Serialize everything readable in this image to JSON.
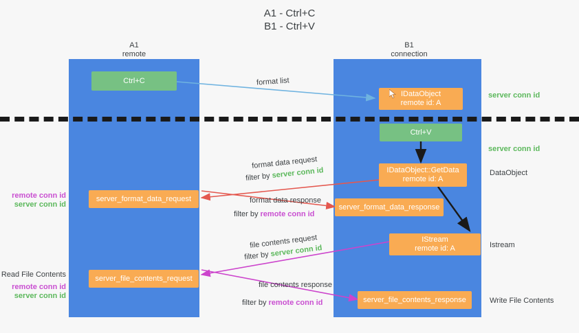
{
  "title": {
    "line1": "A1 - Ctrl+C",
    "line2": "B1 - Ctrl+V"
  },
  "lanes": [
    {
      "name": "A1",
      "sub": "remote"
    },
    {
      "name": "B1",
      "sub": "connection"
    }
  ],
  "nodes": {
    "ctrl_c": "Ctrl+C",
    "ctrl_v": "Ctrl+V",
    "dataobject_top_line1": "IDataObject",
    "dataobject_top_line2": "remote id: A",
    "getdata_line1": "IDataObject::GetData",
    "getdata_line2": "remote id: A",
    "istream_line1": "IStream",
    "istream_line2": "remote id: A",
    "server_format_data_request": "server_format_data_request",
    "server_format_data_response": "server_format_data_response",
    "server_file_contents_request": "server_file_contents_request",
    "server_file_contents_response": "server_file_contents_response"
  },
  "edge_labels": {
    "format_list": "format list",
    "format_data_request": "format data request",
    "format_data_response": "format data response",
    "file_contents_request": "file contents request",
    "file_contents_response": "file contents response",
    "filter_by": "filter by",
    "server_conn_id": "server conn id",
    "remote_conn_id": "remote conn id"
  },
  "annotations": {
    "left": {
      "remote_conn_id": "remote conn id",
      "server_conn_id": "server conn id",
      "read_file_contents": "Read File Contents",
      "remote_conn_id_2": "remote conn id",
      "server_conn_id_2": "server conn id"
    },
    "right": {
      "server_conn_id_1": "server conn id",
      "server_conn_id_2": "server conn id",
      "dataobject": "DataObject",
      "istream": "Istream",
      "write_file_contents": "Write File Contents"
    }
  },
  "colors": {
    "lane": "#4a86e0",
    "node_orange": "#f9ab53",
    "node_green": "#77c183",
    "green_text": "#5cb85c",
    "magenta_text": "#c94fd1",
    "arrow_blue": "#6fb3e0",
    "arrow_red": "#e4584f",
    "arrow_magenta": "#cc44cc",
    "arrow_black": "#1a1a1a",
    "divider": "#1a1a1a",
    "background": "#f7f7f7"
  }
}
